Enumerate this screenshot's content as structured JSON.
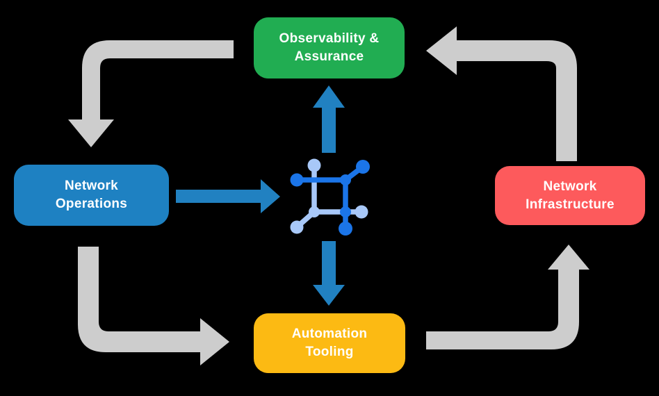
{
  "title": "Network automation cycle diagram",
  "colors": {
    "background": "#000000",
    "observability_green": "#21ad52",
    "operations_blue": "#1e81c2",
    "infrastructure_red": "#fd5a5c",
    "tooling_yellow": "#fcba13",
    "cycle_arrow_gray": "#cdcdcd",
    "flow_arrow_blue": "#2181c1",
    "icon_dark_blue": "#1b75e8",
    "icon_light_blue": "#a8c8f8",
    "box_text": "#ffffff"
  },
  "boxes": {
    "observability": {
      "line1": "Observability &",
      "line2": "Assurance"
    },
    "operations": {
      "line1": "Network",
      "line2": "Operations"
    },
    "infrastructure": {
      "line1": "Network",
      "line2": "Infrastructure"
    },
    "tooling": {
      "line1": "Automation",
      "line2": "Tooling"
    }
  },
  "center_icon": "network-nodes-icon",
  "arrows": {
    "cycle": [
      {
        "from": "Observability & Assurance",
        "to": "Network Operations",
        "style": "gray-elbow-down"
      },
      {
        "from": "Network Operations",
        "to": "Automation Tooling",
        "style": "gray-elbow-right"
      },
      {
        "from": "Automation Tooling",
        "to": "Network Infrastructure",
        "style": "gray-elbow-up"
      },
      {
        "from": "Network Infrastructure",
        "to": "Observability & Assurance",
        "style": "gray-elbow-left"
      }
    ],
    "flow": [
      {
        "from": "Network Operations",
        "to": "center-icon",
        "style": "blue-straight-right"
      },
      {
        "from": "center-icon",
        "to": "Observability & Assurance",
        "style": "blue-straight-up"
      },
      {
        "from": "center-icon",
        "to": "Automation Tooling",
        "style": "blue-straight-down"
      }
    ]
  }
}
